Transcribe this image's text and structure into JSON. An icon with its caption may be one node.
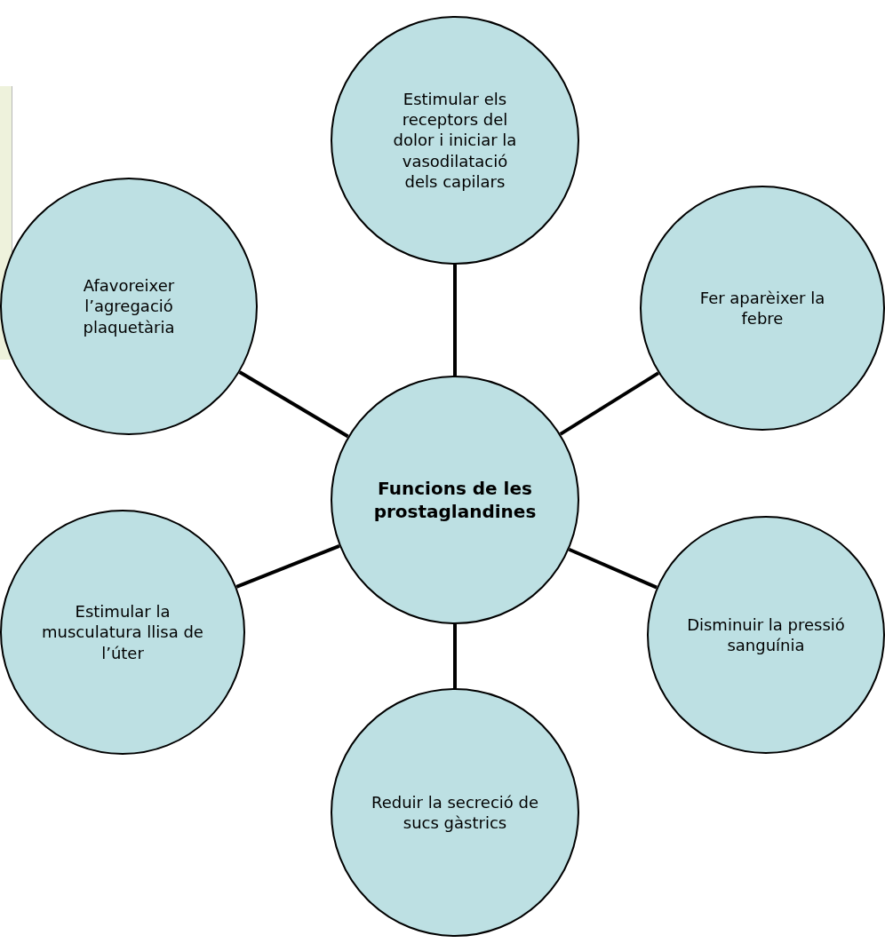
{
  "diagram": {
    "nodes": [
      {
        "text": [
          "Estimular els receptors del dolor i iniciar la vasodilatació dels capilars"
        ]
      },
      {
        "text": [
          "Afavoreixer l’agregació plaquetària"
        ]
      },
      {
        "text": [
          "Fer aparèixer la febre"
        ]
      },
      {
        "text": [
          "Funcions de les prostaglandines"
        ]
      },
      {
        "text": [
          "Estimular la musculatura llisa de l’úter"
        ]
      },
      {
        "text": [
          "Disminuir la pressió sanguínia"
        ]
      },
      {
        "text": [
          "Reduir la secreció de sucs gàstrics"
        ]
      },
      {
        "text": [],
        "shape": "bar"
      }
    ],
    "edges": [
      {
        "from": 3,
        "to": 0,
        "arrow": "none"
      },
      {
        "from": 3,
        "to": 1,
        "arrow": "none"
      },
      {
        "from": 3,
        "to": 2,
        "arrow": "none"
      },
      {
        "from": 3,
        "to": 4,
        "arrow": "none"
      },
      {
        "from": 3,
        "to": 5,
        "arrow": "none"
      },
      {
        "from": 3,
        "to": 6,
        "arrow": "none"
      }
    ]
  }
}
